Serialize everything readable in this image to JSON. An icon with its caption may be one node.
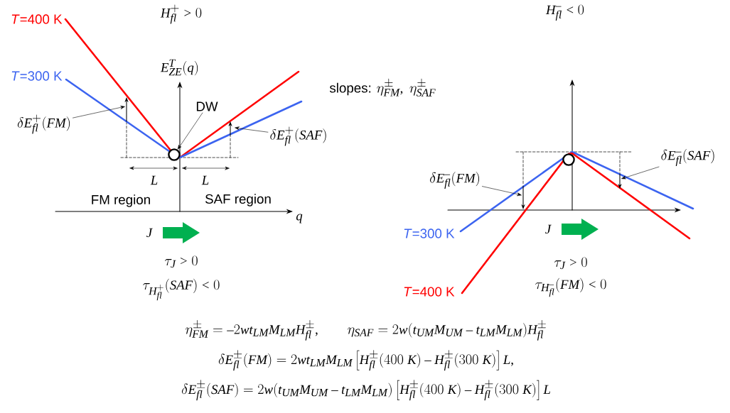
{
  "diagram": {
    "nodes": [
      {
        "text": [
          "DW"
        ]
      },
      {
        "text": [],
        "shape": "circle"
      },
      {
        "text": [
          "\\delta E^{+}_{fl}(FM)"
        ]
      },
      {
        "text": [
          "\\delta E^{+}_{fl}(SAF)"
        ]
      },
      {
        "text": [],
        "shape": "circle"
      },
      {
        "text": [
          "\\delta E^{-}_{fl}(FM)"
        ]
      },
      {
        "text": [
          "\\delta E^{-}_{fl}(SAF)"
        ]
      }
    ],
    "edges": [
      {
        "from": 0,
        "to": 1,
        "arrow": "to"
      },
      {
        "from": 2,
        "to": null,
        "arrow": "to"
      },
      {
        "from": 3,
        "to": null,
        "arrow": "to"
      },
      {
        "from": 5,
        "to": null,
        "arrow": "to"
      },
      {
        "from": 6,
        "to": null,
        "arrow": "to"
      }
    ],
    "labels": [
      "*T*=400 K",
      "H^{+}_{fl} > 0",
      "H^{-}_{fl} < 0",
      "*T*=300 K",
      "E^{T}_{ZE}(q)",
      "\\mbox{slopes: }\\eta^{\\pm}_{FM},\\ \\eta^{\\pm}_{SAF}",
      "L",
      "L",
      "FM region",
      "SAF region",
      "q",
      "J",
      "*T*=300 K",
      "J",
      "\\tau_{J} > 0",
      "\\tau_{J} > 0",
      "*T*=400 K",
      "\\tau_{H^{+}_{fl}}(SAF) < 0",
      "\\tau_{H^{-}_{fl}}(FM) < 0",
      "\\eta^{\\pm}_{FM} = -2wt_{LM}M_{LM}H^{\\pm}_{fl}, \\qquad \\eta_{SAF} = 2w(t_{UM}M_{UM} - t_{LM}M_{LM})H^{\\pm}_{fl}",
      "\\delta E^{\\pm}_{fl}(FM) = 2wt_{LM}M_{LM}\\left[H^{\\pm}_{fl}(400\\ K) - H^{\\pm}_{fl}(300\\ K)\\right]L,",
      "\\delta E^{\\pm}_{fl}(SAF) = 2w(t_{UM}M_{UM} - t_{LM}M_{LM})\\left[H^{\\pm}_{fl}(400\\ K) - H^{\\pm}_{fl}(300\\ K)\\right]L"
    ]
  }
}
